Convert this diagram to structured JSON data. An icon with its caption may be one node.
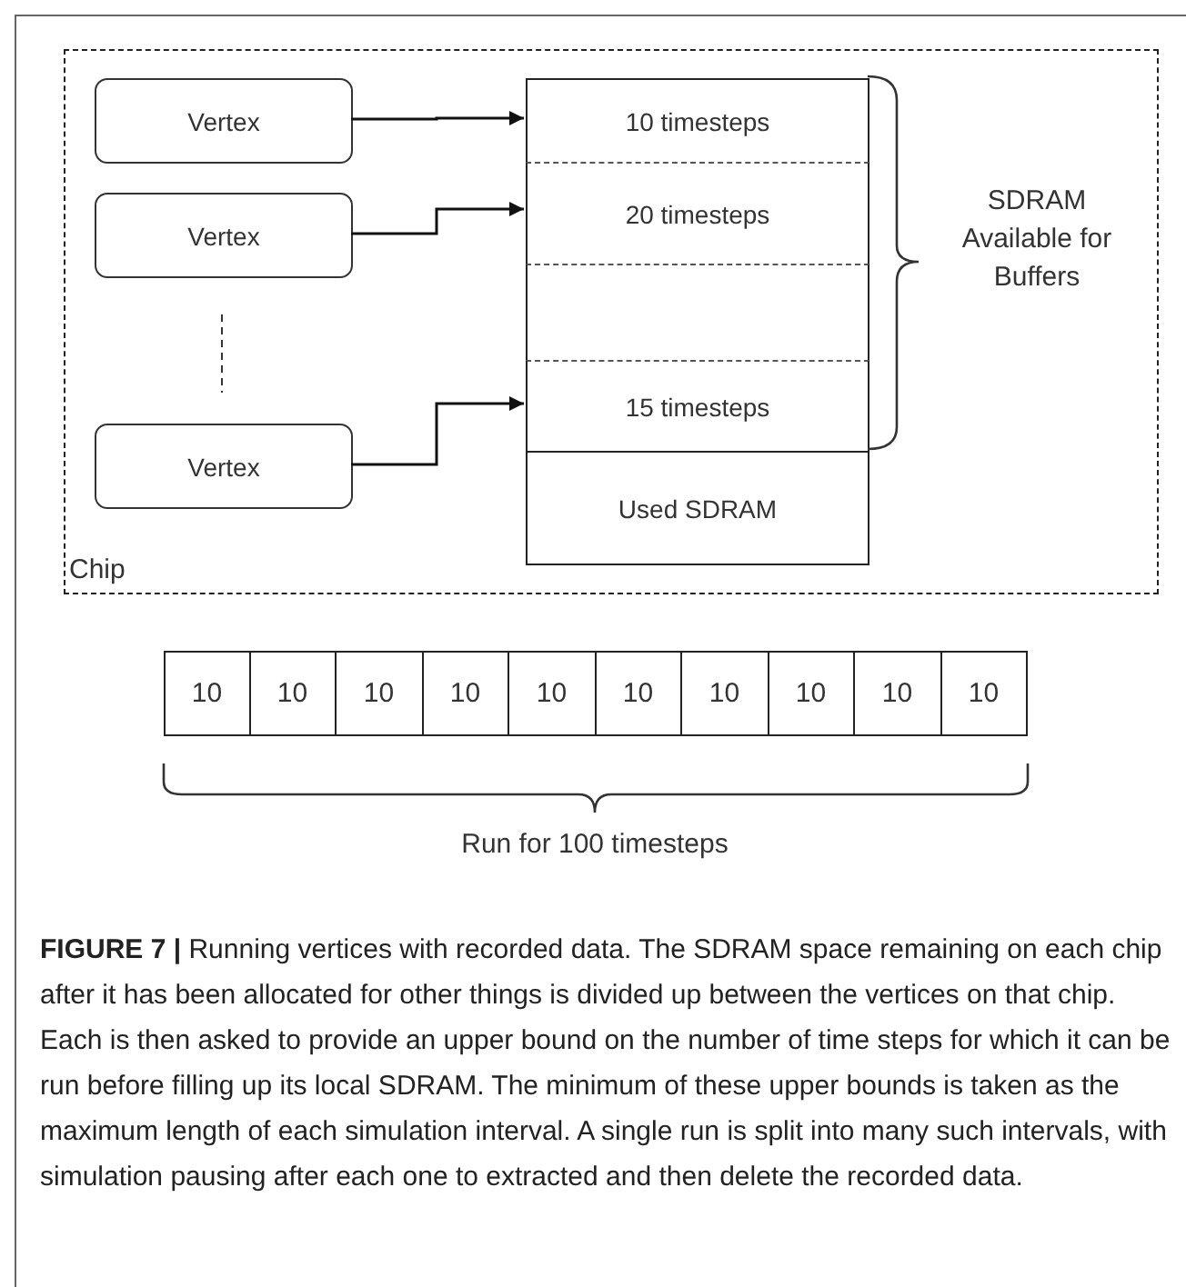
{
  "diagram": {
    "caption": "**FIGURE 7 |** Running vertices with recorded data. The SDRAM space remaining on each chip after it has been allocated for other things is divided up between the vertices on that chip. Each is then asked to provide an upper bound on the number of time steps for which it can be run before filling up its local SDRAM. The minimum of these upper bounds is taken as the maximum length of each simulation interval. A single run is split into many such intervals, with simulation pausing after each one to extracted and then delete the recorded data.",
    "nodes": [
      {
        "text": [
          "Chip"
        ]
      },
      {
        "text": [
          "Vertex"
        ],
        "in": 0
      },
      {
        "text": [
          "Vertex"
        ],
        "in": 0
      },
      {
        "text": [
          "Vertex"
        ],
        "in": 0
      },
      {
        "text": [
          "10 timesteps"
        ],
        "in": 0
      },
      {
        "text": [
          "20 timesteps"
        ],
        "in": 0
      },
      {
        "text": [],
        "shape": "box",
        "in": 0
      },
      {
        "text": [
          "15 timesteps"
        ],
        "in": 0
      },
      {
        "text": [
          "Used SDRAM"
        ],
        "in": 0
      },
      {
        "text": [
          "10"
        ]
      },
      {
        "text": [
          "10"
        ]
      },
      {
        "text": [
          "10"
        ]
      },
      {
        "text": [
          "10"
        ]
      },
      {
        "text": [
          "10"
        ]
      },
      {
        "text": [
          "10"
        ]
      },
      {
        "text": [
          "10"
        ]
      },
      {
        "text": [
          "10"
        ]
      },
      {
        "text": [
          "10"
        ]
      },
      {
        "text": [
          "10"
        ]
      }
    ],
    "edges": [
      {
        "from": 1,
        "to": 4,
        "arrow": "to"
      },
      {
        "from": 2,
        "to": 5,
        "arrow": "to"
      },
      {
        "from": 3,
        "to": 7,
        "arrow": "to"
      }
    ],
    "labels": [
      "SDRAM Available for Buffers",
      "Run for 100 timesteps"
    ]
  }
}
